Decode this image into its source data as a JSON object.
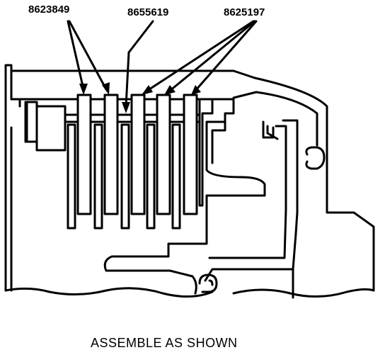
{
  "labels": {
    "part_left": "8623849",
    "part_middle": "8655619",
    "part_right": "8625197"
  },
  "caption": "ASSEMBLE AS SHOWN",
  "colors": {
    "ink": "#000000",
    "background": "#ffffff"
  }
}
